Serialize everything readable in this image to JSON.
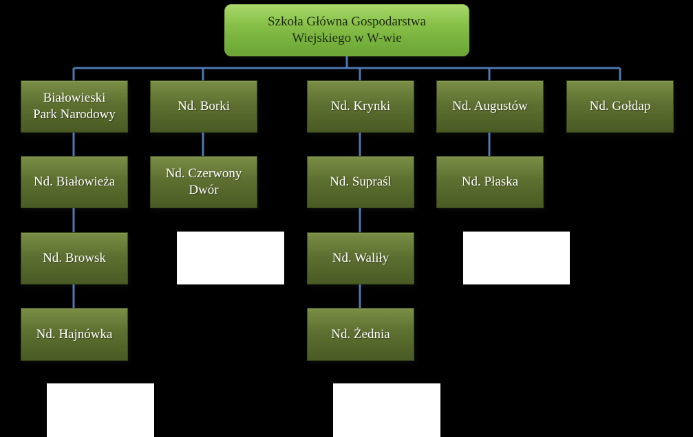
{
  "root": {
    "line1": "Szkoła Główna Gospodarstwa",
    "line2": "Wiejskiego w W-wie"
  },
  "columns": [
    {
      "head": {
        "line1": "Białowieski",
        "line2": "Park Narodowy"
      },
      "children": [
        "Nd. Białowieża",
        "Nd. Browsk",
        "Nd. Hajnówka"
      ]
    },
    {
      "head": {
        "line1": "Nd. Borki",
        "line2": ""
      },
      "children": [
        {
          "line1": "Nd. Czerwony",
          "line2": "Dwór"
        }
      ]
    },
    {
      "head": {
        "line1": "Nd. Krynki",
        "line2": ""
      },
      "children": [
        "Nd. Supraśl",
        "Nd. Waliły",
        "Nd. Żednia"
      ]
    },
    {
      "head": {
        "line1": "Nd. Augustów",
        "line2": ""
      },
      "children": [
        "Nd. Płaska"
      ]
    },
    {
      "head": {
        "line1": "Nd. Gołdap",
        "line2": ""
      },
      "children": []
    }
  ],
  "colors": {
    "background": "#000000",
    "connector": "#4f78b0",
    "node_fill": "#5e7030",
    "root_fill": "#86c048"
  }
}
